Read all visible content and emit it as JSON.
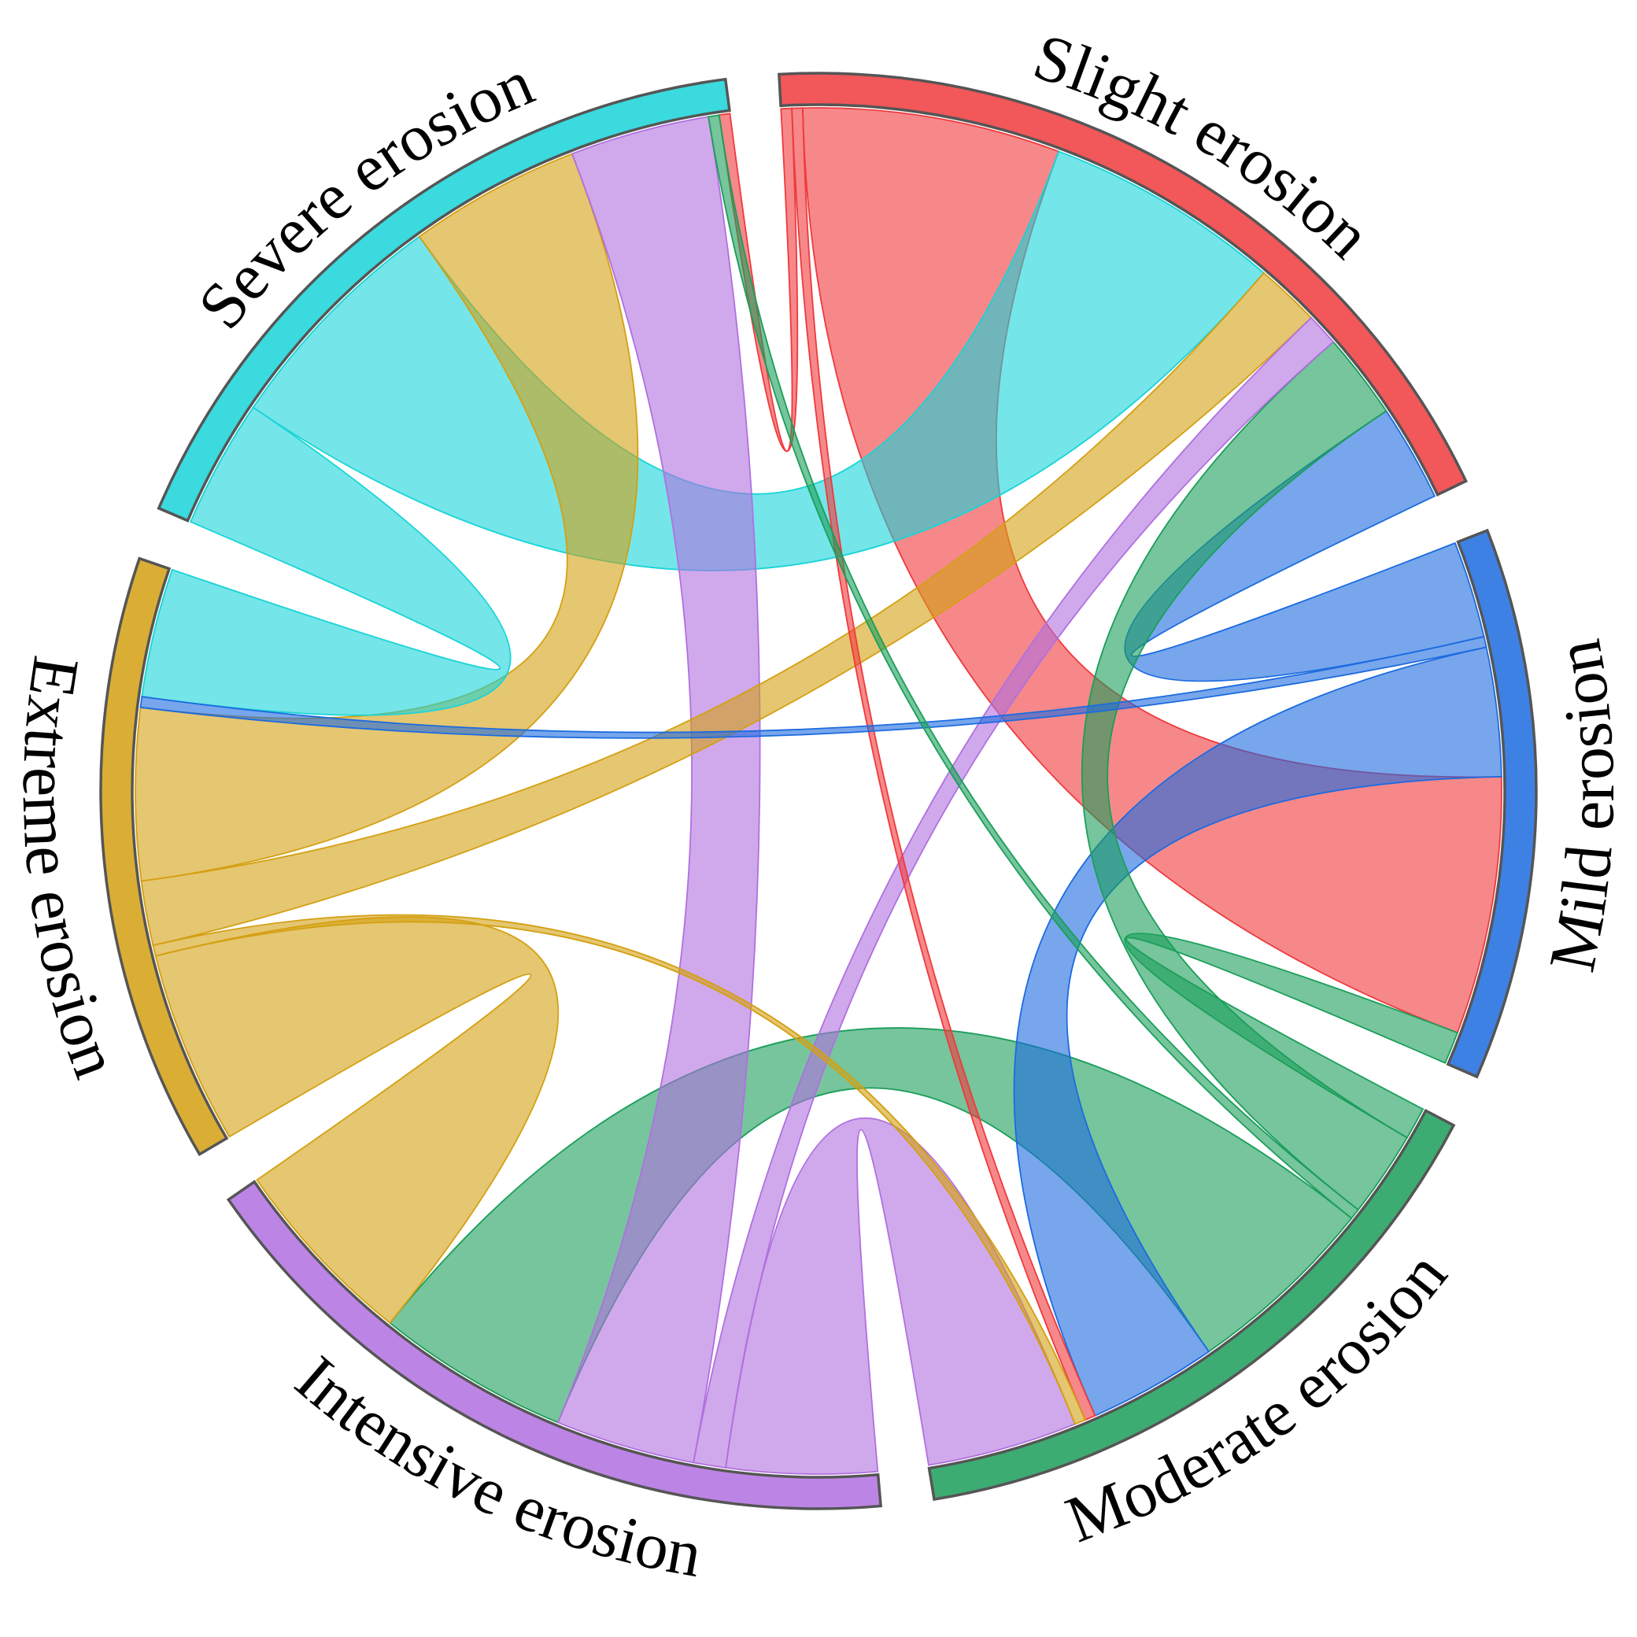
{
  "chart_data": {
    "type": "chord",
    "groups": [
      {
        "name": "Slight erosion",
        "color": "#F0393C"
      },
      {
        "name": "Mild erosion",
        "color": "#1C6BE0"
      },
      {
        "name": "Moderate erosion",
        "color": "#1B9E5A"
      },
      {
        "name": "Intensive erosion",
        "color": "#B070E0"
      },
      {
        "name": "Extreme erosion",
        "color": "#D4A012"
      },
      {
        "name": "Severe erosion",
        "color": "#18D4D8"
      }
    ],
    "flows": [
      {
        "from": "Slight erosion",
        "to": "Mild erosion",
        "value": 24
      },
      {
        "from": "Slight erosion",
        "to": "Severe erosion",
        "value": 1
      },
      {
        "from": "Slight erosion",
        "to": "Moderate erosion",
        "value": 1
      },
      {
        "from": "Mild erosion",
        "to": "Slight erosion",
        "value": 9
      },
      {
        "from": "Mild erosion",
        "to": "Moderate erosion",
        "value": 12
      },
      {
        "from": "Mild erosion",
        "to": "Extreme erosion",
        "value": 1
      },
      {
        "from": "Moderate erosion",
        "to": "Slight erosion",
        "value": 8
      },
      {
        "from": "Moderate erosion",
        "to": "Mild erosion",
        "value": 3
      },
      {
        "from": "Moderate erosion",
        "to": "Intensive erosion",
        "value": 18
      },
      {
        "from": "Moderate erosion",
        "to": "Severe erosion",
        "value": 1
      },
      {
        "from": "Intensive erosion",
        "to": "Slight erosion",
        "value": 3
      },
      {
        "from": "Intensive erosion",
        "to": "Moderate erosion",
        "value": 14
      },
      {
        "from": "Intensive erosion",
        "to": "Severe erosion",
        "value": 13
      },
      {
        "from": "Extreme erosion",
        "to": "Slight erosion",
        "value": 6
      },
      {
        "from": "Extreme erosion",
        "to": "Intensive erosion",
        "value": 18
      },
      {
        "from": "Extreme erosion",
        "to": "Moderate erosion",
        "value": 1
      },
      {
        "from": "Extreme erosion",
        "to": "Severe erosion",
        "value": 16
      },
      {
        "from": "Severe erosion",
        "to": "Slight erosion",
        "value": 22
      },
      {
        "from": "Severe erosion",
        "to": "Extreme erosion",
        "value": 12
      }
    ]
  }
}
